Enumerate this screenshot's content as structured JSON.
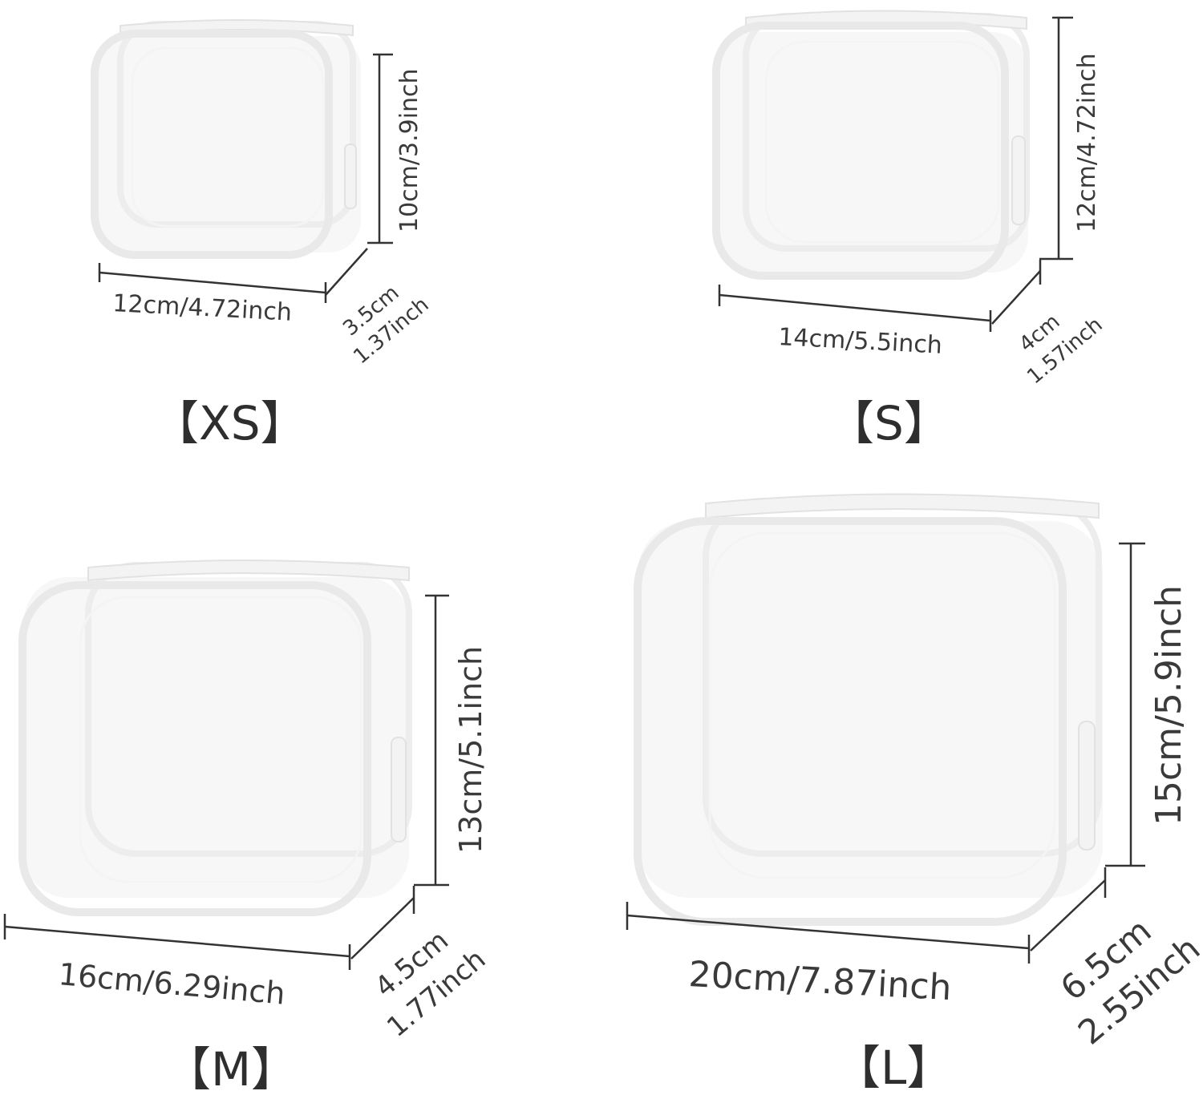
{
  "products": [
    {
      "size": "【XS】",
      "width": "12cm/4.72inch",
      "height": "10cm/3.9inch",
      "depth_cm": "3.5cm",
      "depth_in": "1.37inch"
    },
    {
      "size": "【S】",
      "width": "14cm/5.5inch",
      "height": "12cm/4.72inch",
      "depth_cm": "4cm",
      "depth_in": "1.57inch"
    },
    {
      "size": "【M】",
      "width": "16cm/6.29inch",
      "height": "13cm/5.1inch",
      "depth_cm": "4.5cm",
      "depth_in": "1.77inch"
    },
    {
      "size": "【L】",
      "width": "20cm/7.87inch",
      "height": "15cm/5.9inch",
      "depth_cm": "6.5cm",
      "depth_in": "2.55inch"
    }
  ],
  "colors": {
    "line": "#333333",
    "text": "#3a3a3a",
    "pouch_edge": "#e9e9e9"
  }
}
